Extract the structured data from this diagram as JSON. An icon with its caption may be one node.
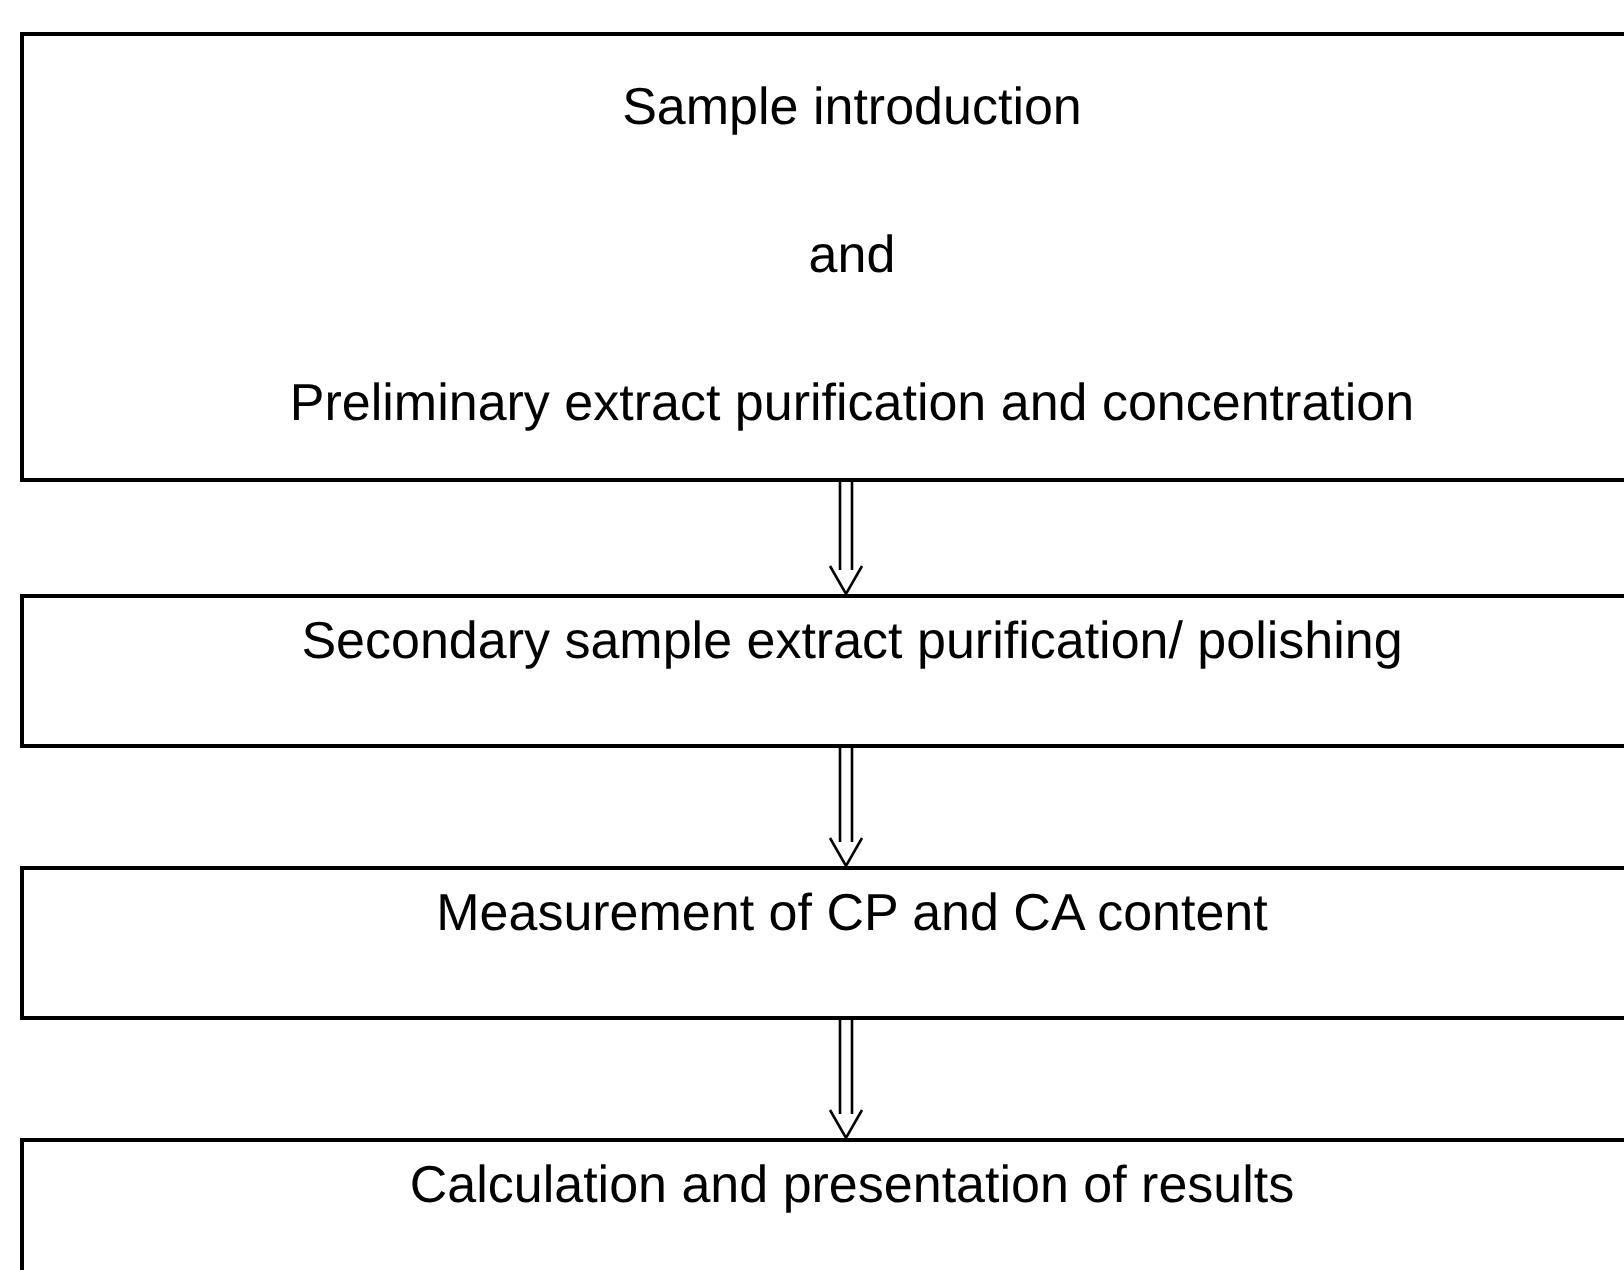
{
  "diagram": {
    "nodes": [
      {
        "text": [
          "Sample introduction",
          "and",
          "Preliminary extract purification and concentration"
        ]
      },
      {
        "text": [
          "Secondary sample extract purification/ polishing"
        ]
      },
      {
        "text": [
          "Measurement of CP and CA content"
        ]
      },
      {
        "text": [
          "Calculation and presentation of results"
        ]
      }
    ],
    "edges": [
      {
        "from": 0,
        "to": 1,
        "arrow": "to"
      },
      {
        "from": 1,
        "to": 2,
        "arrow": "to"
      },
      {
        "from": 2,
        "to": 3,
        "arrow": "to"
      }
    ]
  }
}
